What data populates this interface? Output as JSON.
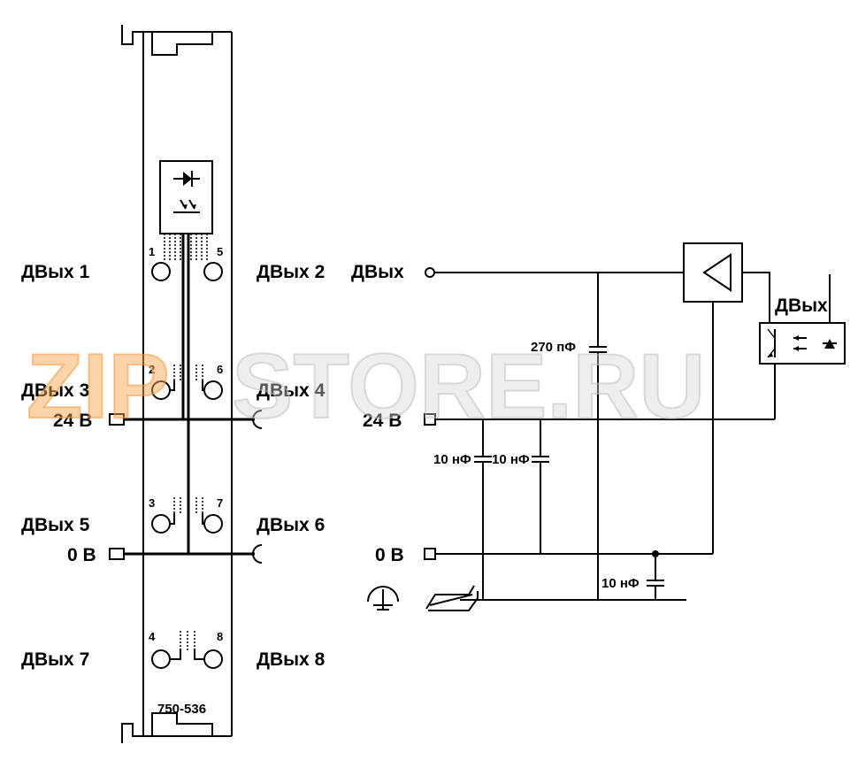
{
  "module": {
    "part_number": "750-536",
    "channels": [
      {
        "num": "1",
        "label": "ДВых 1"
      },
      {
        "num": "5",
        "label": "ДВых 2"
      },
      {
        "num": "2",
        "label": "ДВых 3"
      },
      {
        "num": "6",
        "label": "ДВых 4"
      },
      {
        "num": "3",
        "label": "ДВых 5"
      },
      {
        "num": "7",
        "label": "ДВых 6"
      },
      {
        "num": "4",
        "label": "ДВых 7"
      },
      {
        "num": "8",
        "label": "ДВых 8"
      }
    ],
    "supply_24v": "24 В",
    "supply_0v": "0 В"
  },
  "schematic": {
    "output_label": "ДВых",
    "opto_output_label": "ДВых",
    "supply_24v": "24 В",
    "supply_0v": "0 В",
    "cap_270": "270 пФ",
    "cap_10a": "10 нФ",
    "cap_10b": "10 нФ",
    "cap_10c": "10 нФ"
  },
  "watermark": {
    "accent": "ZIP",
    "rest": "STORE.RU"
  }
}
